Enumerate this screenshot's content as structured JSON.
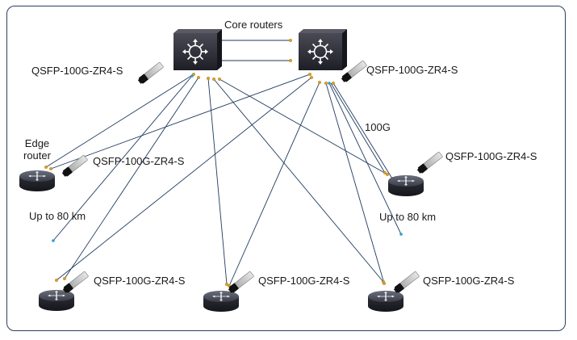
{
  "labels": {
    "core_routers": "Core routers",
    "edge_router": "Edge router",
    "edge_router_line1": "Edge",
    "edge_router_line2": "router",
    "link_speed": "100G",
    "distance_left": "Up to 80 km",
    "distance_right": "Up to 80 km",
    "optic_core_left": "QSFP-100G-ZR4-S",
    "optic_core_right": "QSFP-100G-ZR4-S",
    "optic_edge_left": "QSFP-100G-ZR4-S",
    "optic_edge_right": "QSFP-100G-ZR4-S",
    "optic_bottom_left": "QSFP-100G-ZR4-S",
    "optic_bottom_center": "QSFP-100G-ZR4-S",
    "optic_bottom_right": "QSFP-100G-ZR4-S"
  },
  "colors": {
    "frame": "#2b3f5c",
    "link_line": "#1f3a5f",
    "port_dot": "#e0a020",
    "endpoint_dot": "#2aa0c8",
    "router_body": "#2e2e38"
  },
  "icons": {
    "core_router": "core-router-icon",
    "edge_router": "edge-router-icon",
    "optic": "qsfp-transceiver-icon"
  }
}
